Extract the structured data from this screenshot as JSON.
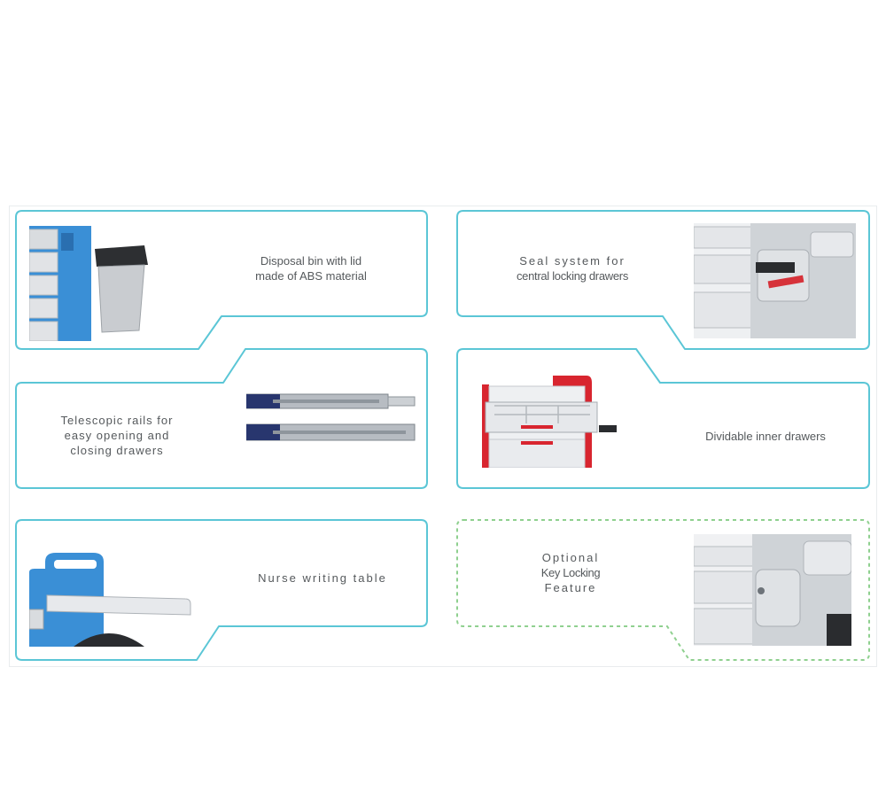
{
  "accent_color": "#5bc6d6",
  "optional_border_color": "#8fd08f",
  "features": [
    {
      "id": "disposal-bin",
      "lines": [
        "Disposal bin with lid",
        "made of ABS material"
      ],
      "image": "disposal-bin-illustration"
    },
    {
      "id": "seal-system",
      "lines": [
        "Seal system for",
        "central locking drawers"
      ],
      "image": "seal-system-illustration"
    },
    {
      "id": "telescopic-rails",
      "lines": [
        "Telescopic rails for",
        "easy opening and",
        "closing drawers"
      ],
      "image": "telescopic-rails-illustration"
    },
    {
      "id": "dividable-drawers",
      "lines": [
        "Dividable inner drawers"
      ],
      "image": "dividable-drawers-illustration"
    },
    {
      "id": "writing-table",
      "lines": [
        "Nurse writing table"
      ],
      "image": "writing-table-illustration"
    },
    {
      "id": "key-locking",
      "lines": [
        "Optional",
        "Key Locking",
        "Feature"
      ],
      "image": "key-lock-illustration",
      "optional": true
    }
  ]
}
